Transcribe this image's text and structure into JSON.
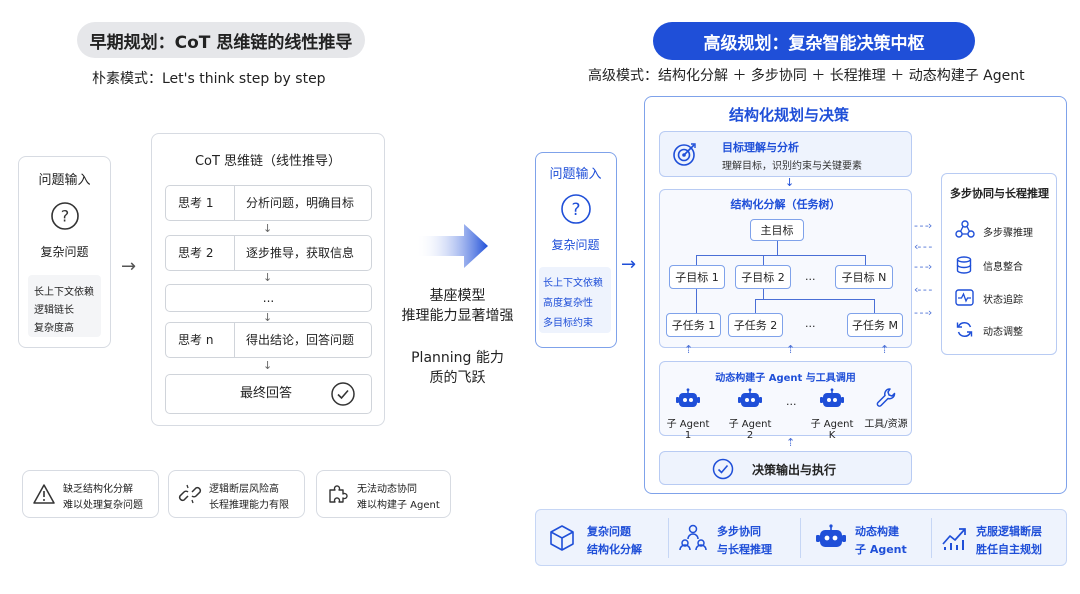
{
  "left": {
    "title": "早期规划：CoT 思维链的线性推导",
    "subtitle": "朴素模式：Let's think step by step",
    "input_box": {
      "title": "问题输入",
      "icon": "question-circle-icon",
      "label": "复杂问题",
      "tags": [
        "长上下文依赖",
        "逻辑链长",
        "复杂度高"
      ]
    },
    "cot": {
      "title": "CoT 思维链（线性推导）",
      "steps": [
        {
          "label": "思考 1",
          "text": "分析问题，明确目标"
        },
        {
          "label": "思考 2",
          "text": "逐步推导，获取信息"
        },
        {
          "label": "",
          "text": "..."
        },
        {
          "label": "思考 n",
          "text": "得出结论，回答问题"
        }
      ],
      "final": "最终回答"
    },
    "issues": [
      {
        "icon": "warning-icon",
        "line1": "缺乏结构化分解",
        "line2": "难以处理复杂问题"
      },
      {
        "icon": "broken-link-icon",
        "line1": "逻辑断层风险高",
        "line2": "长程推理能力有限"
      },
      {
        "icon": "puzzle-icon",
        "line1": "无法动态协同",
        "line2": "难以构建子 Agent"
      }
    ]
  },
  "middle": {
    "line1": "基座模型",
    "line2": "推理能力显著增强",
    "line3": "Planning 能力",
    "line4": "质的飞跃"
  },
  "right": {
    "title": "高级规划：复杂智能决策中枢",
    "subtitle": "高级模式：结构化分解 ＋ 多步协同 ＋ 长程推理 ＋ 动态构建子 Agent",
    "input_box": {
      "title": "问题输入",
      "label": "复杂问题",
      "tags": [
        "长上下文依赖",
        "高度复杂性",
        "多目标约束"
      ]
    },
    "hub": {
      "title": "结构化规划与决策",
      "goal": {
        "title": "目标理解与分析",
        "desc": "理解目标，识别约束与关键要素"
      },
      "tree": {
        "title": "结构化分解（任务树）",
        "root": "主目标",
        "subgoals": [
          "子目标 1",
          "子目标 2",
          "...",
          "子目标 N"
        ],
        "tasks": [
          "子任务 1",
          "子任务 2",
          "...",
          "子任务 M"
        ]
      },
      "agents": {
        "title": "动态构建子 Agent 与工具调用",
        "items": [
          "子 Agent 1",
          "子 Agent 2",
          "...",
          "子 Agent K",
          "工具/资源"
        ]
      },
      "output": "决策输出与执行"
    },
    "side": {
      "title": "多步协同与长程推理",
      "items": [
        {
          "icon": "nodes-icon",
          "label": "多步骤推理"
        },
        {
          "icon": "database-icon",
          "label": "信息整合"
        },
        {
          "icon": "pulse-icon",
          "label": "状态追踪"
        },
        {
          "icon": "refresh-icon",
          "label": "动态调整"
        }
      ]
    },
    "features": [
      {
        "icon": "cube-icon",
        "line1": "复杂问题",
        "line2": "结构化分解"
      },
      {
        "icon": "team-icon",
        "line1": "多步协同",
        "line2": "与长程推理"
      },
      {
        "icon": "robot-icon",
        "line1": "动态构建",
        "line2": "子 Agent"
      },
      {
        "icon": "trend-icon",
        "line1": "克服逻辑断层",
        "line2": "胜任自主规划"
      }
    ]
  },
  "colors": {
    "accent": "#1f4fd8",
    "light_blue": "#eef3fd",
    "gray_pill": "#e6e7ea"
  }
}
